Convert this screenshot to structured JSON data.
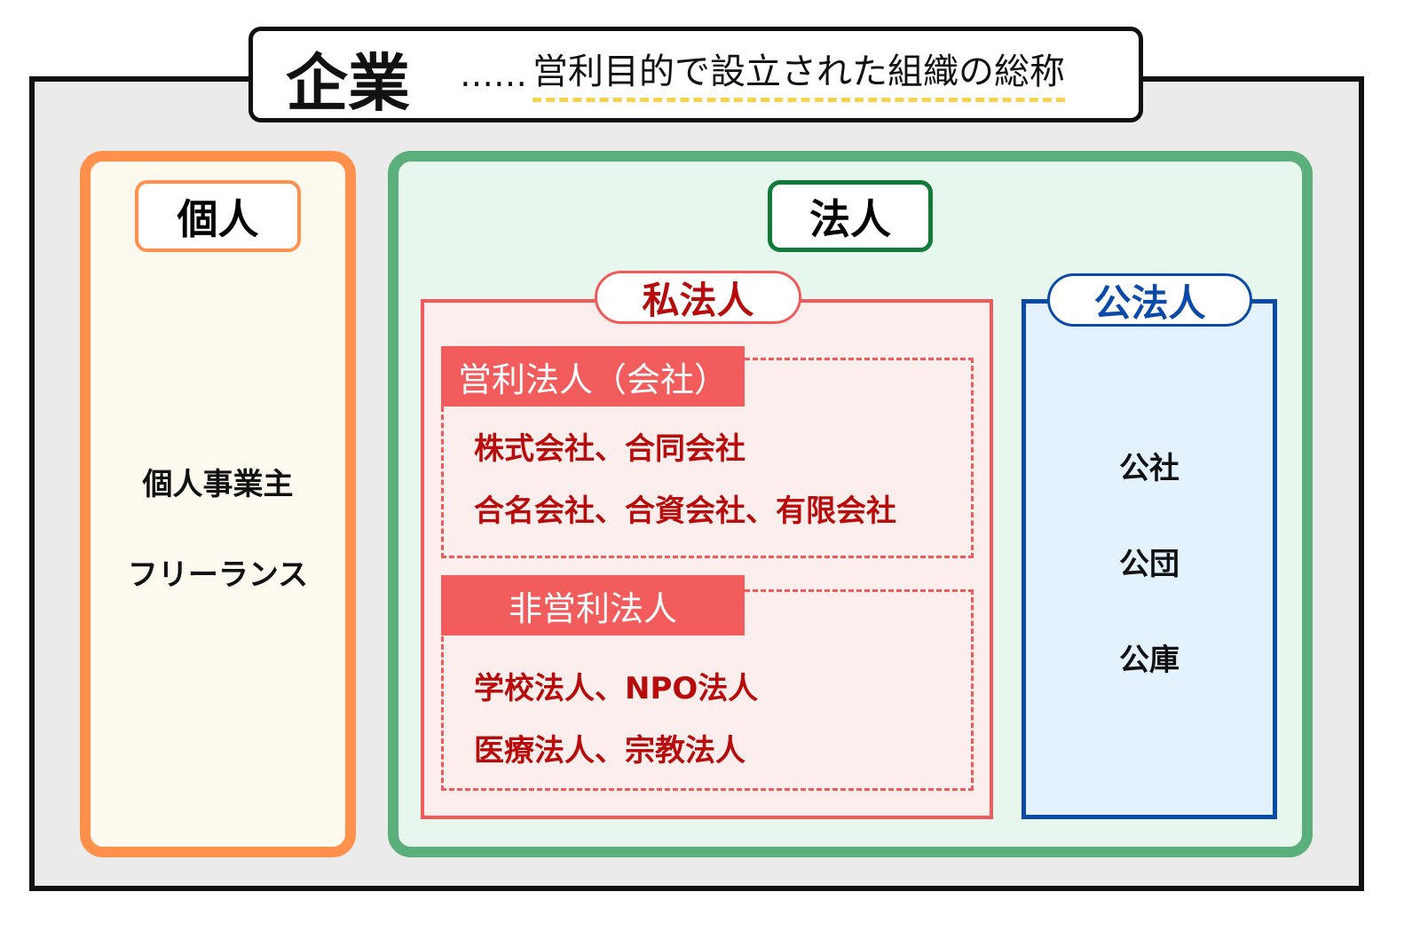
{
  "title": {
    "main": "企業",
    "dots": "……",
    "description": "営利目的で設立された組織の総称"
  },
  "kojin": {
    "label": "個人",
    "items": [
      "個人事業主",
      "フリーランス"
    ]
  },
  "hojin": {
    "label": "法人",
    "shihojin": {
      "label": "私法人",
      "eiri": {
        "label": "営利法人（会社）",
        "items": [
          "株式会社、合同会社",
          "合名会社、合資会社、有限会社"
        ]
      },
      "hieiri": {
        "label": "非営利法人",
        "items": [
          "学校法人、NPO法人",
          "医療法人、宗教法人"
        ]
      }
    },
    "kohojin": {
      "label": "公法人",
      "items": [
        "公社",
        "公団",
        "公庫"
      ]
    }
  },
  "colors": {
    "orange": "#ff914d",
    "green": "#5aaf7a",
    "red": "#f05a5a",
    "blue": "#0b4aa8",
    "yellow": "#f7d24f"
  }
}
